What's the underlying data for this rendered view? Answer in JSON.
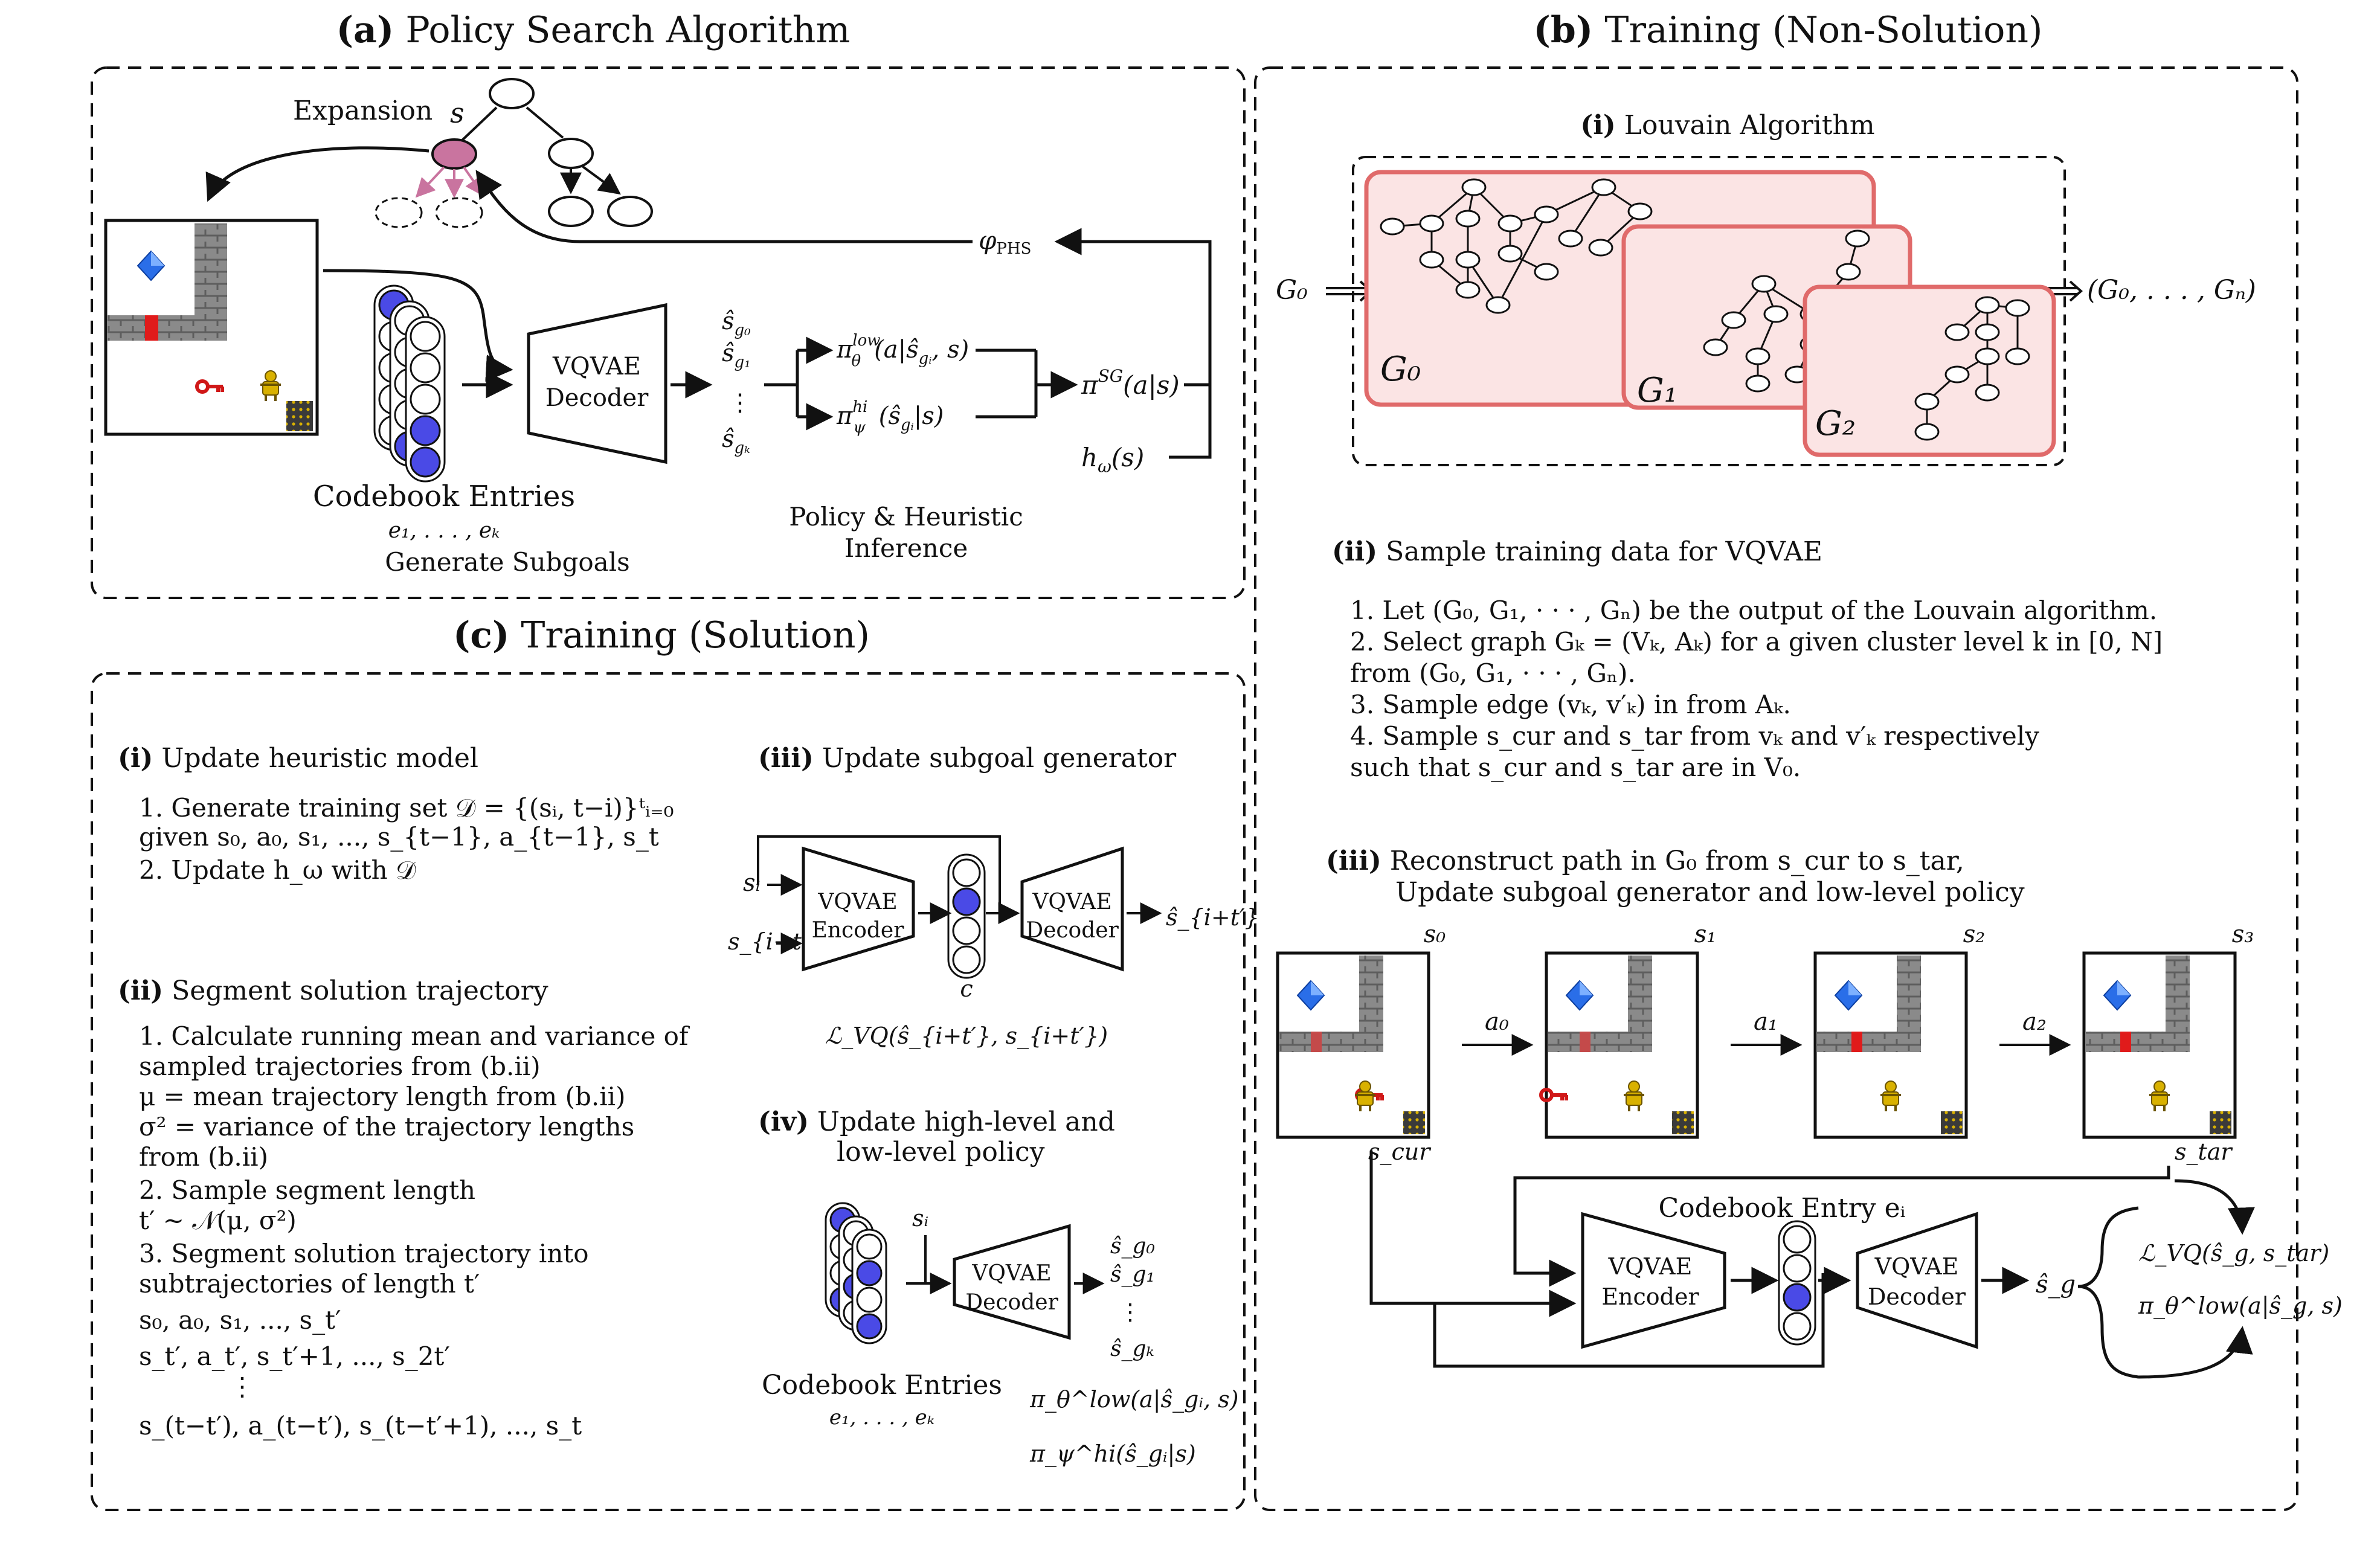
{
  "colors": {
    "ink": "#111111",
    "node_fill_blue": "#4a4ae6",
    "node_expanded": "#c9749f",
    "cluster_border": "#e06a6a",
    "cluster_fill": "#fbe4e4",
    "wall_gray": "#8a8a8a",
    "door_red": "#e01b1b",
    "key_red": "#d01818",
    "gem_blue": "#2a6ee8",
    "goal_yellow": "#d9b100"
  },
  "icons": [
    "blue-gem-icon",
    "brick-wall-icon",
    "red-door-icon",
    "red-key-icon",
    "agent-icon",
    "goal-tile-icon"
  ],
  "panel_a": {
    "title_tag": "(a)",
    "title": "Policy Search Algorithm",
    "expansion": "Expansion",
    "s_label": "s",
    "phi": "φ",
    "phi_sub": "PHS",
    "decoder": [
      "VQVAE",
      "Decoder"
    ],
    "subgoals": [
      {
        "base": "ŝ",
        "sub": "g₀"
      },
      {
        "base": "ŝ",
        "sub": "g₁"
      },
      {
        "base": "ŝ",
        "sub": "gₖ"
      }
    ],
    "dots": "⋮",
    "pi_low": {
      "base": "π",
      "sup": "low",
      "sub": "θ",
      "arg": "(a|ŝ",
      "arg_sub": "gᵢ",
      "tail": ", s)"
    },
    "pi_hi": {
      "base": "π",
      "sup": "hi",
      "sub": "ψ",
      "arg": "(ŝ",
      "arg_sub": "gᵢ",
      "tail": "|s)"
    },
    "pi_sg": {
      "base": "π",
      "sup": "SG",
      "arg": "(a|s)"
    },
    "h": {
      "base": "h",
      "sub": "ω",
      "arg": "(s)"
    },
    "codebook": "Codebook Entries",
    "codebook_sub": "e₁, . . . , eₖ",
    "generate": "Generate Subgoals",
    "inference": [
      "Policy & Heuristic",
      "Inference"
    ]
  },
  "panel_b": {
    "title_tag": "(b)",
    "title": "Training (Non-Solution)",
    "louvain_tag": "(i)",
    "louvain": "Louvain Algorithm",
    "g0_in": "G₀",
    "output": "(G₀, . . . , Gₙ)",
    "graph_labels": [
      "G₀",
      "G₁",
      "G₂"
    ],
    "sample_tag": "(ii)",
    "sample_title": "Sample training data for VQVAE",
    "sample_steps": [
      "1.  Let (G₀, G₁, · · · , Gₙ) be the output of the Louvain algorithm.",
      "2.  Select graph Gₖ = (Vₖ, Aₖ) for a given cluster level k in [0, N]",
      "     from (G₀, G₁, · · · , Gₙ).",
      "3.  Sample edge (vₖ, v′ₖ) in from Aₖ.",
      "4.  Sample s_cur and s_tar from vₖ and v′ₖ respectively",
      "     such that s_cur and s_tar are in V₀."
    ],
    "recon_tag": "(iii)",
    "recon_lines": [
      "Reconstruct path in G₀ from s_cur to s_tar,",
      "Update subgoal generator and low-level policy"
    ],
    "states": [
      "s₀",
      "s₁",
      "s₂",
      "s₃"
    ],
    "actions": [
      "a₀",
      "a₁",
      "a₂"
    ],
    "s_cur": "s_cur",
    "s_tar": "s_tar",
    "codebook_entry": "Codebook Entry eᵢ",
    "encoder": [
      "VQVAE",
      "Encoder"
    ],
    "decoder": [
      "VQVAE",
      "Decoder"
    ],
    "s_g_hat": "ŝ_g",
    "loss": "ℒ_VQ(ŝ_g, s_tar)",
    "policy": "π_θ^low(a|ŝ_g, s)"
  },
  "panel_c": {
    "title_tag": "(c)",
    "title": "Training (Solution)",
    "heur_tag": "(i)",
    "heur_title": "Update heuristic model",
    "heur_steps": [
      "1.  Generate training set 𝒟 = {(sᵢ, t−i)}ᵗᵢ₌₀",
      "     given s₀, a₀, s₁, ..., s_{t−1}, a_{t−1}, s_t",
      "2.  Update h_ω with 𝒟"
    ],
    "seg_tag": "(ii)",
    "seg_title": "Segment solution trajectory",
    "seg_steps": [
      "1.  Calculate running mean and variance of",
      "     sampled trajectories from (b.ii)",
      "     μ = mean trajectory length from (b.ii)",
      "   σ² = variance of the trajectory lengths",
      "           from (b.ii)",
      "2.  Sample segment length",
      "     t′ ∼ 𝒩(μ, σ²)",
      "3.  Segment solution trajectory into",
      "     subtrajectories of length t′",
      "     s₀, a₀, s₁, ..., s_t′",
      "     s_t′, a_t′, s_t′+1, ..., s_2t′",
      "     ⋮",
      "     s_(t−t′), a_(t−t′), s_(t−t′+1), ..., s_t"
    ],
    "subgoal_tag": "(iii)",
    "subgoal_title": "Update subgoal generator",
    "s_i": "sᵢ",
    "s_it": "s_{i+t′}",
    "encoder": [
      "VQVAE",
      "Encoder"
    ],
    "decoder": [
      "VQVAE",
      "Decoder"
    ],
    "s_hat_it": "ŝ_{i+t′}",
    "c": "c",
    "loss": "ℒ_VQ(ŝ_{i+t′}, s_{i+t′})",
    "policy_tag": "(iv)",
    "policy_lines": [
      "Update high-level and",
      "low-level policy"
    ],
    "subgoals": [
      "ŝ_g₀",
      "ŝ_g₁",
      "ŝ_gₖ"
    ],
    "codebook": "Codebook Entries",
    "codebook_sub": "e₁, . . . , eₖ",
    "pi_low": "π_θ^low(a|ŝ_gᵢ, s)",
    "pi_hi": "π_ψ^hi(ŝ_gᵢ|s)"
  }
}
